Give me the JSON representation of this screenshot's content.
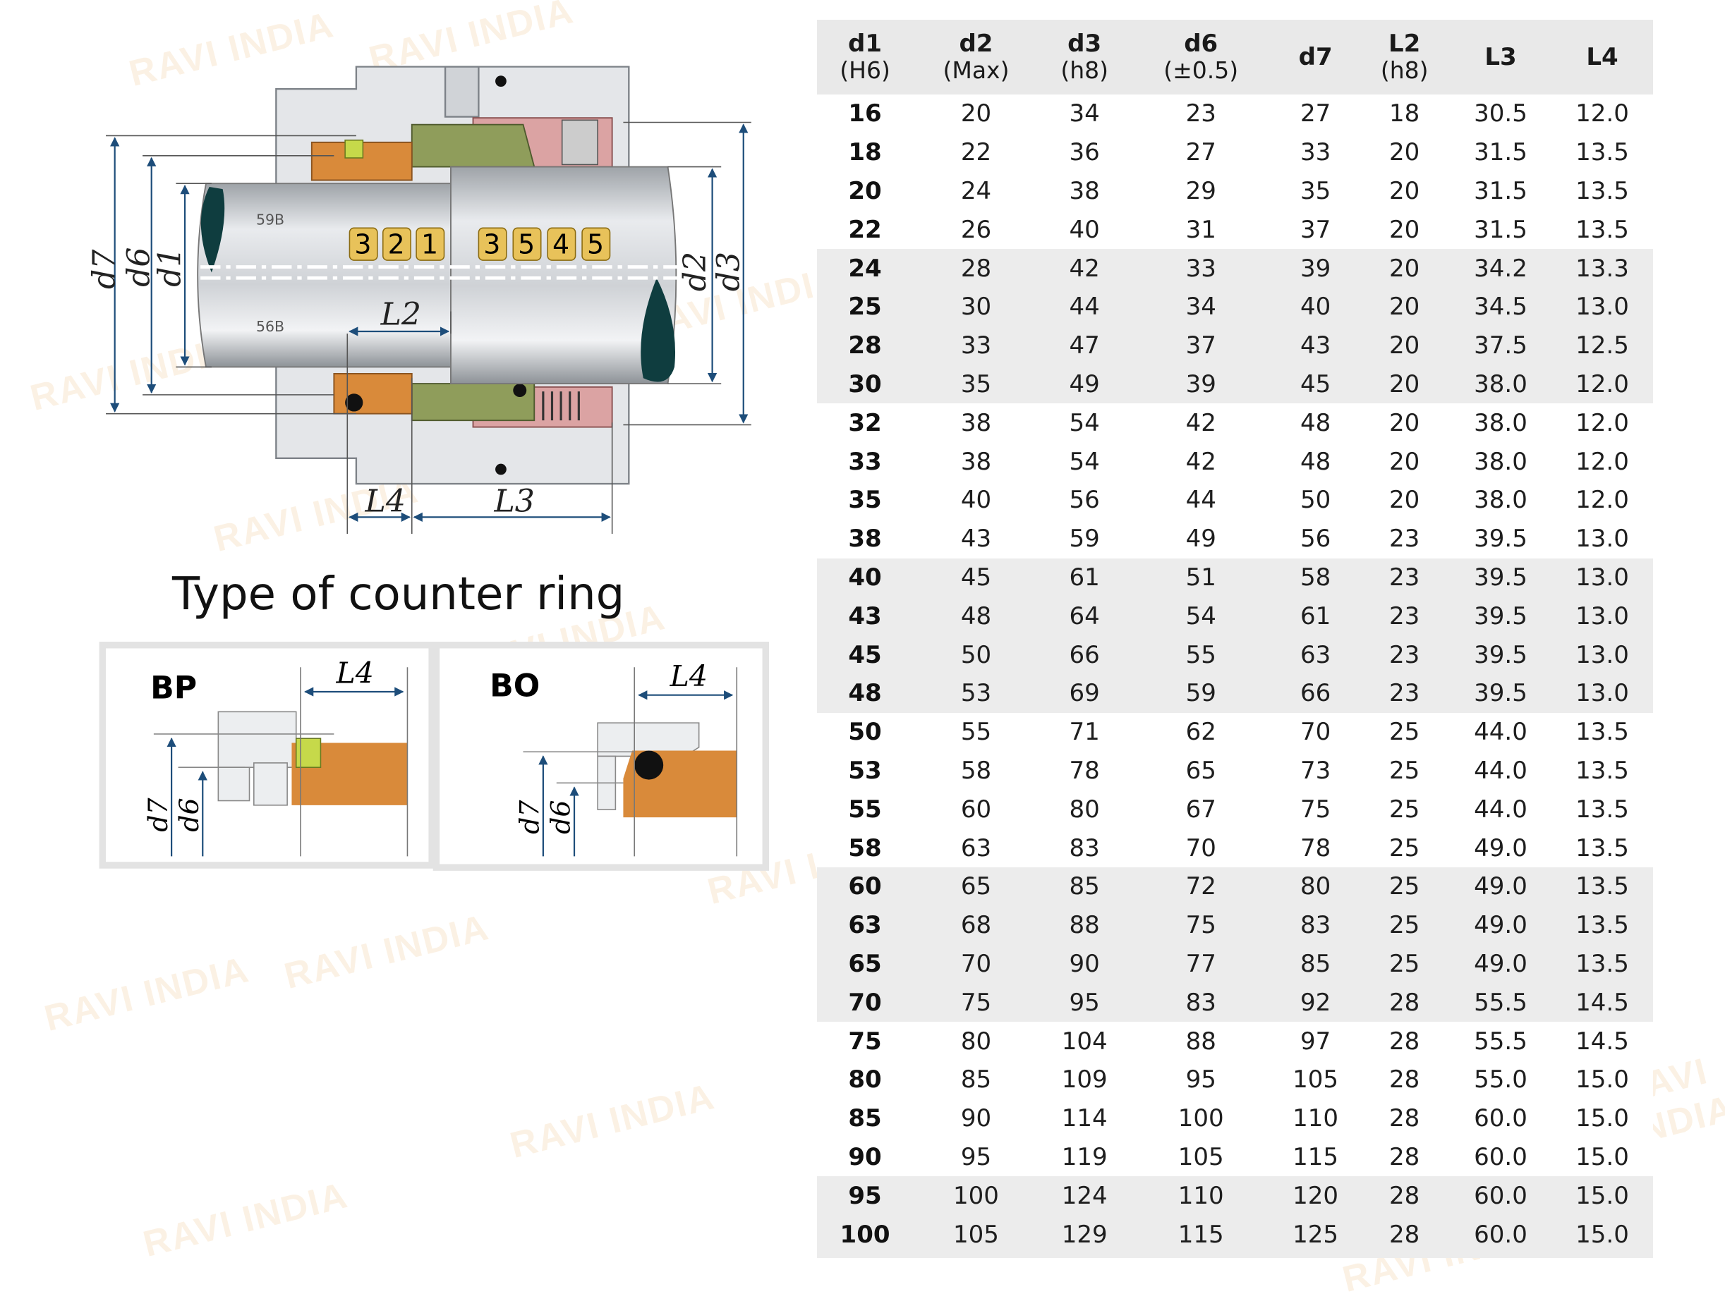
{
  "watermark": "RAVI INDIA",
  "diagram": {
    "labels": {
      "d7": "d7",
      "d6": "d6",
      "d1": "d1",
      "d2": "d2",
      "d3": "d3",
      "L2": "L2",
      "L3": "L3",
      "L4": "L4"
    },
    "shaft_marks": {
      "top": "59B",
      "bottom": "56B"
    },
    "part_numbers_left": [
      "3",
      "2",
      "1"
    ],
    "part_numbers_right": [
      "3",
      "5",
      "4",
      "5"
    ]
  },
  "counter_ring": {
    "title": "Type of counter ring",
    "types": [
      {
        "name": "BP",
        "L": "L4",
        "d7": "d7",
        "d6": "d6"
      },
      {
        "name": "BO",
        "L": "L4",
        "d7": "d7",
        "d6": "d6"
      }
    ]
  },
  "table": {
    "headers": [
      {
        "name": "d1",
        "sub": "(H6)"
      },
      {
        "name": "d2",
        "sub": "(Max)"
      },
      {
        "name": "d3",
        "sub": "(h8)"
      },
      {
        "name": "d6",
        "sub": "(±0.5)"
      },
      {
        "name": "d7",
        "sub": ""
      },
      {
        "name": "L2",
        "sub": "(h8)"
      },
      {
        "name": "L3",
        "sub": ""
      },
      {
        "name": "L4",
        "sub": ""
      }
    ],
    "rows": [
      [
        "16",
        "20",
        "34",
        "23",
        "27",
        "18",
        "30.5",
        "12.0"
      ],
      [
        "18",
        "22",
        "36",
        "27",
        "33",
        "20",
        "31.5",
        "13.5"
      ],
      [
        "20",
        "24",
        "38",
        "29",
        "35",
        "20",
        "31.5",
        "13.5"
      ],
      [
        "22",
        "26",
        "40",
        "31",
        "37",
        "20",
        "31.5",
        "13.5"
      ],
      [
        "24",
        "28",
        "42",
        "33",
        "39",
        "20",
        "34.2",
        "13.3"
      ],
      [
        "25",
        "30",
        "44",
        "34",
        "40",
        "20",
        "34.5",
        "13.0"
      ],
      [
        "28",
        "33",
        "47",
        "37",
        "43",
        "20",
        "37.5",
        "12.5"
      ],
      [
        "30",
        "35",
        "49",
        "39",
        "45",
        "20",
        "38.0",
        "12.0"
      ],
      [
        "32",
        "38",
        "54",
        "42",
        "48",
        "20",
        "38.0",
        "12.0"
      ],
      [
        "33",
        "38",
        "54",
        "42",
        "48",
        "20",
        "38.0",
        "12.0"
      ],
      [
        "35",
        "40",
        "56",
        "44",
        "50",
        "20",
        "38.0",
        "12.0"
      ],
      [
        "38",
        "43",
        "59",
        "49",
        "56",
        "23",
        "39.5",
        "13.0"
      ],
      [
        "40",
        "45",
        "61",
        "51",
        "58",
        "23",
        "39.5",
        "13.0"
      ],
      [
        "43",
        "48",
        "64",
        "54",
        "61",
        "23",
        "39.5",
        "13.0"
      ],
      [
        "45",
        "50",
        "66",
        "55",
        "63",
        "23",
        "39.5",
        "13.0"
      ],
      [
        "48",
        "53",
        "69",
        "59",
        "66",
        "23",
        "39.5",
        "13.0"
      ],
      [
        "50",
        "55",
        "71",
        "62",
        "70",
        "25",
        "44.0",
        "13.5"
      ],
      [
        "53",
        "58",
        "78",
        "65",
        "73",
        "25",
        "44.0",
        "13.5"
      ],
      [
        "55",
        "60",
        "80",
        "67",
        "75",
        "25",
        "44.0",
        "13.5"
      ],
      [
        "58",
        "63",
        "83",
        "70",
        "78",
        "25",
        "49.0",
        "13.5"
      ],
      [
        "60",
        "65",
        "85",
        "72",
        "80",
        "25",
        "49.0",
        "13.5"
      ],
      [
        "63",
        "68",
        "88",
        "75",
        "83",
        "25",
        "49.0",
        "13.5"
      ],
      [
        "65",
        "70",
        "90",
        "77",
        "85",
        "25",
        "49.0",
        "13.5"
      ],
      [
        "70",
        "75",
        "95",
        "83",
        "92",
        "28",
        "55.5",
        "14.5"
      ],
      [
        "75",
        "80",
        "104",
        "88",
        "97",
        "28",
        "55.5",
        "14.5"
      ],
      [
        "80",
        "85",
        "109",
        "95",
        "105",
        "28",
        "55.0",
        "15.0"
      ],
      [
        "85",
        "90",
        "114",
        "100",
        "110",
        "28",
        "60.0",
        "15.0"
      ],
      [
        "90",
        "95",
        "119",
        "105",
        "115",
        "28",
        "60.0",
        "15.0"
      ],
      [
        "95",
        "100",
        "124",
        "110",
        "120",
        "28",
        "60.0",
        "15.0"
      ],
      [
        "100",
        "105",
        "129",
        "115",
        "125",
        "28",
        "60.0",
        "15.0"
      ]
    ],
    "shaded_groups": [
      [
        4,
        7
      ],
      [
        12,
        15
      ],
      [
        20,
        23
      ],
      [
        28,
        29
      ]
    ]
  },
  "colors": {
    "orange": "#d98a3a",
    "green": "#8a9a5a",
    "pink": "#d9a0a0",
    "steel": "#c8cbd0",
    "teal": "#0f3d3f",
    "badge": "#e8c25a",
    "row_shade": "#ececec"
  }
}
